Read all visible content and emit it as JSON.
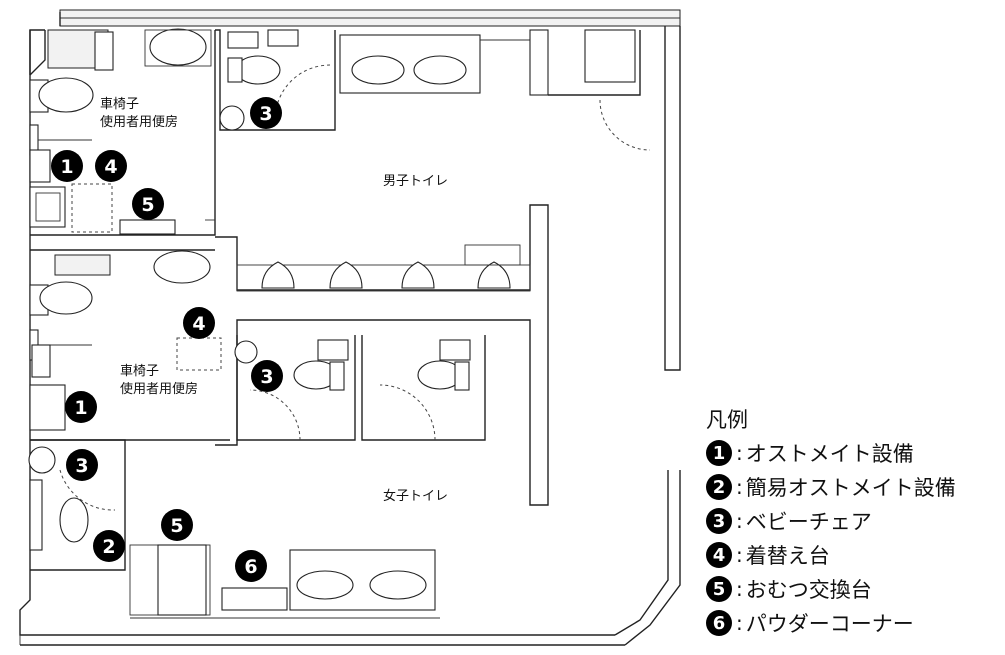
{
  "rooms": {
    "wheelchair_upper": [
      "車椅子",
      "使用者用便房"
    ],
    "wheelchair_lower": [
      "車椅子",
      "使用者用便房"
    ],
    "mens": "男子トイレ",
    "womens": "女子トイレ"
  },
  "markers": {
    "m1a": "1",
    "m4a": "4",
    "m5a": "5",
    "m3a": "3",
    "m4b": "4",
    "m3b": "3",
    "m1b": "1",
    "m3c": "3",
    "m5b": "5",
    "m2a": "2",
    "m6a": "6"
  },
  "legend": {
    "title": "凡例",
    "separator": ":",
    "items": [
      {
        "number": "1",
        "label": "オストメイト設備"
      },
      {
        "number": "2",
        "label": "簡易オストメイト設備"
      },
      {
        "number": "3",
        "label": "ベビーチェア"
      },
      {
        "number": "4",
        "label": "着替え台"
      },
      {
        "number": "5",
        "label": "おむつ交換台"
      },
      {
        "number": "6",
        "label": "パウダーコーナー"
      }
    ]
  }
}
